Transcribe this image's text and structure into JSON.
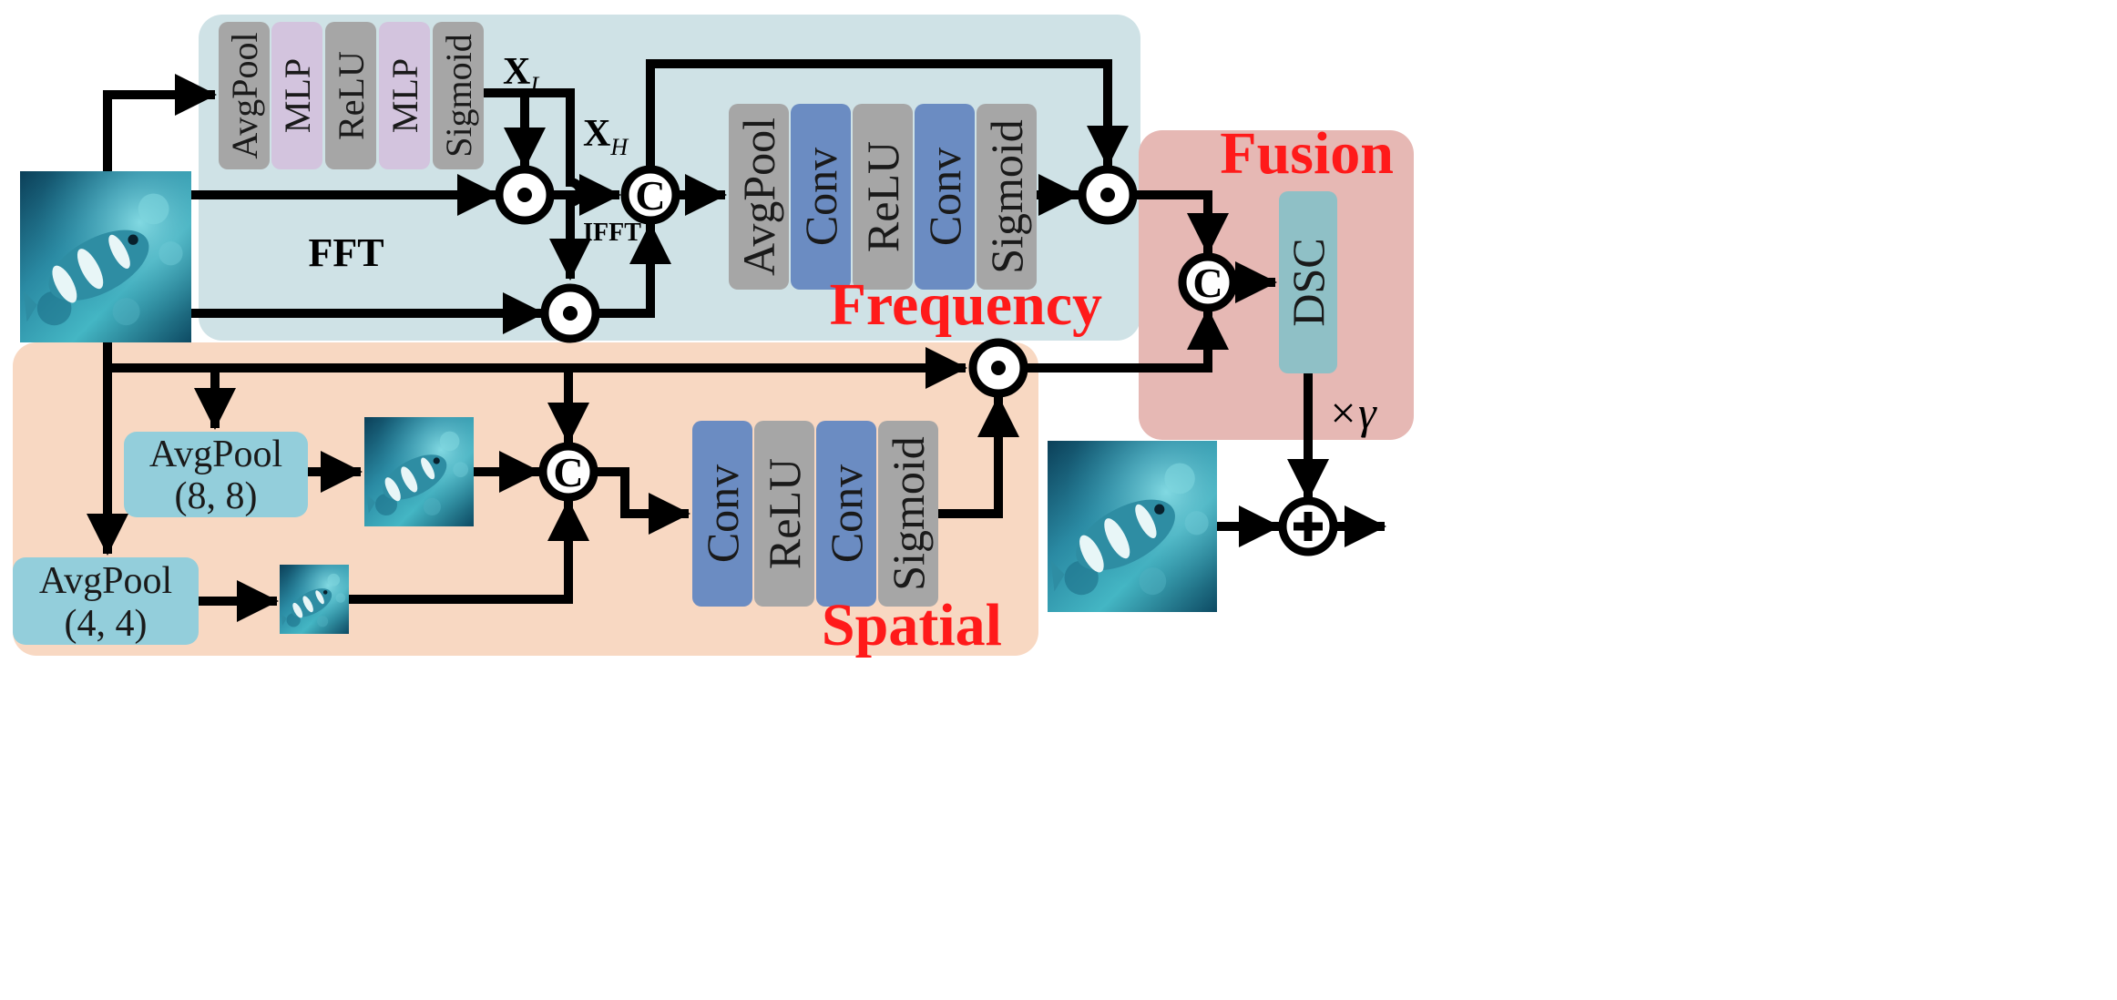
{
  "regions": {
    "frequency": "Frequency",
    "spatial": "Spatial",
    "fusion": "Fusion"
  },
  "labels": {
    "xl_main": "X",
    "xl_sub": "L",
    "xh_main": "X",
    "xh_sub": "H",
    "fft": "FFT",
    "ifft": "IFFT",
    "gamma": "×γ"
  },
  "channel_attention_blocks": [
    "AvgPool",
    "MLP",
    "ReLU",
    "MLP",
    "Sigmoid"
  ],
  "frequency_attention_blocks": [
    "AvgPool",
    "Conv",
    "ReLU",
    "Conv",
    "Sigmoid"
  ],
  "spatial_attention_blocks": [
    "Conv",
    "ReLU",
    "Conv",
    "Sigmoid"
  ],
  "pooling_blocks": {
    "pool_8": {
      "line1": "AvgPool",
      "line2": "(8, 8)"
    },
    "pool_4": {
      "line1": "AvgPool",
      "line2": "(4, 4)"
    }
  },
  "dsc_label": "DSC",
  "operator_symbols": {
    "concat": "C",
    "multiply": "•",
    "add": "+"
  },
  "colors": {
    "frequency_bg": "#cfe2e6",
    "spatial_bg": "#f8d8c2",
    "fusion_bg": "#e6b8b4",
    "gray_block": "#a6a6a6",
    "mlp_block": "#d3c4de",
    "conv_block": "#6b8cc2",
    "pool_block": "#93cedb",
    "dsc_block": "#8fc0c6",
    "region_label": "#ff1a1a"
  }
}
